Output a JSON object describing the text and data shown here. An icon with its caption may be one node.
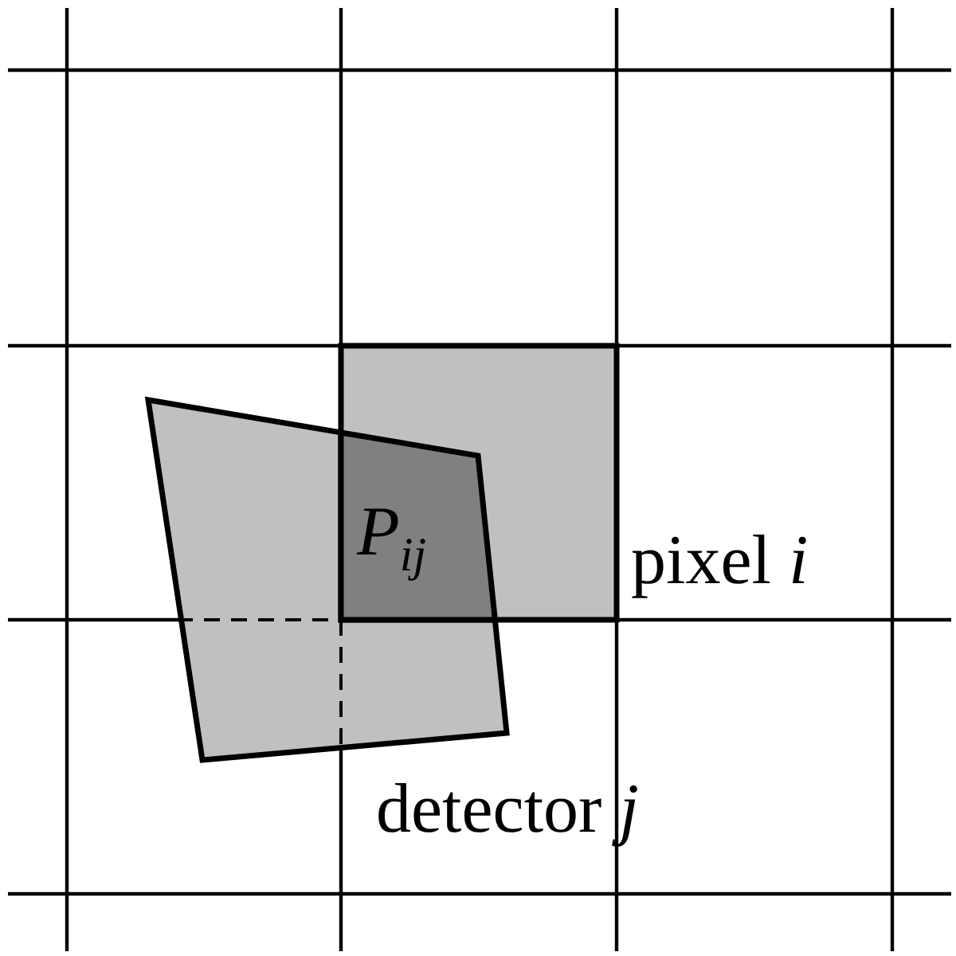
{
  "diagram": {
    "nodes": [
      {
        "text": [],
        "shape": "box",
        "beside": [
          "pixel *i*"
        ]
      },
      {
        "text": [],
        "shape": "quadrilateral",
        "beside": [
          "detector *j*"
        ]
      },
      {
        "text": [
          "P$_{ij}$"
        ]
      }
    ]
  }
}
